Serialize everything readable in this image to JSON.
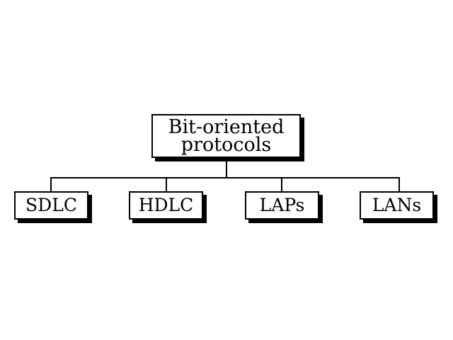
{
  "root": {
    "line1": "Bit-oriented",
    "line2": "protocols"
  },
  "children": [
    {
      "label": "SDLC"
    },
    {
      "label": "HDLC"
    },
    {
      "label": "LAPs"
    },
    {
      "label": "LANs"
    }
  ],
  "colors": {
    "stroke": "#000000",
    "fill": "#ffffff"
  }
}
